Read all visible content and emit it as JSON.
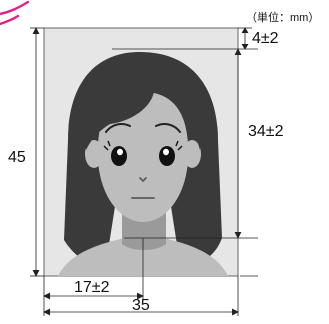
{
  "unit_label": "（単位：mm）",
  "dimensions": {
    "photo_height": "45",
    "top_margin": "4±2",
    "face_height": "34±2",
    "center_offset": "17±2",
    "photo_width": "35"
  },
  "colors": {
    "accent": "#e0218a",
    "photo_background": "#e6e6e6",
    "hair": "#3a3a3a",
    "skin": "#bdbdbd",
    "neck_shadow": "#9a9a9a",
    "line": "#222222"
  }
}
